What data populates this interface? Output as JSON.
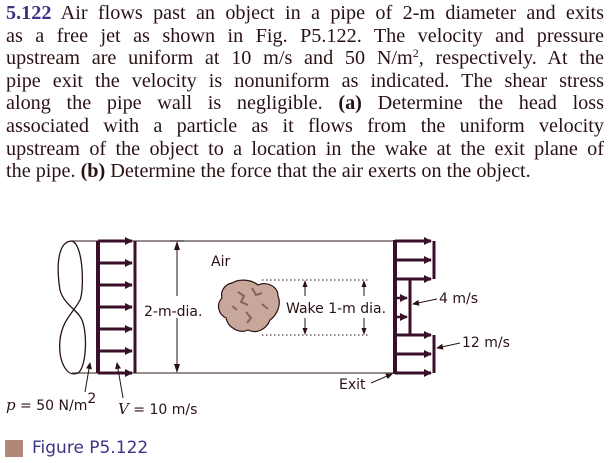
{
  "problem": {
    "number": "5.122",
    "lines": [
      " Air flows past an object in a pipe of 2-m diameter and exits",
      "as a free jet as shown in Fig. P5.122. The velocity and pressure",
      "upstream are uniform at 10 m/s and 50 N/m",
      ", respectively. At the",
      "pipe exit the velocity is nonuniform as indicated. The shear stress",
      "along the pipe wall is negligible. ",
      "(a)",
      " Determine the head loss",
      "associated with a particle as it flows from the uniform velocity",
      "upstream of the object to a location in the wake at the exit plane of",
      "the pipe. ",
      "(b)",
      " Determine the force that the air exerts on the object."
    ],
    "superscript": "2"
  },
  "figure": {
    "labels": {
      "air": "Air",
      "pipe_diameter": "2-m-dia.",
      "wake": "Wake 1-m dia.",
      "exit_velocity_wake": "4 m/s",
      "exit_velocity_outer": "12 m/s",
      "exit": "Exit",
      "pressure_symbol": "p",
      "pressure_value": " = 50 N/m",
      "pressure_exp": "2",
      "velocity_symbol": "V",
      "velocity_value": " = 10 m/s"
    },
    "caption": "Figure P5.122"
  },
  "colors": {
    "text": "#2a1214",
    "accent": "#3b3585",
    "arrows": "#3a0f2a",
    "object": "#c8a89a",
    "caption_swatch": "#b08878"
  }
}
